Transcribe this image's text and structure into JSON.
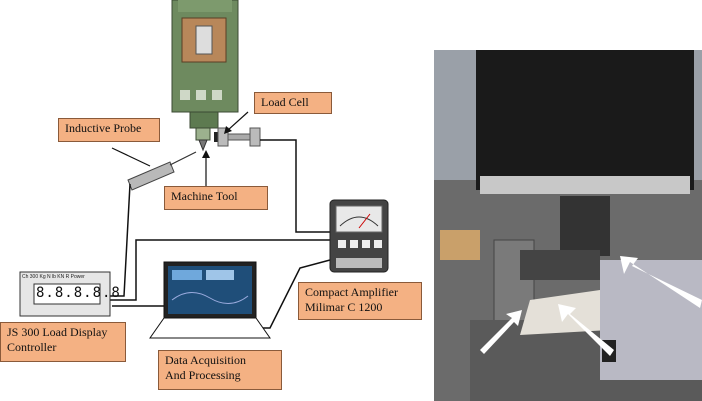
{
  "labels": {
    "load_cell": "Load Cell",
    "inductive_probe": "Inductive Probe",
    "machine_tool": "Machine Tool",
    "amplifier_line1": "Compact Amplifier",
    "amplifier_line2": "Milimar C 1200",
    "controller_line1": "JS 300 Load Display",
    "controller_line2": "Controller",
    "daq_line1": "Data Acquisition",
    "daq_line2": "And Processing"
  },
  "device_text": {
    "display_digits": "8.8.8.8.8",
    "controller_panel": "Ch 300 Kg   N   lb   KN   R   Power"
  },
  "colors": {
    "label_fill": "#f4b183",
    "label_border": "#8a5a3a",
    "machine_green": "#6e8a5f",
    "wire": "#111111",
    "arrow": "#ffffff"
  },
  "icons": [
    "arrow-icon",
    "wire-connector-icon"
  ]
}
